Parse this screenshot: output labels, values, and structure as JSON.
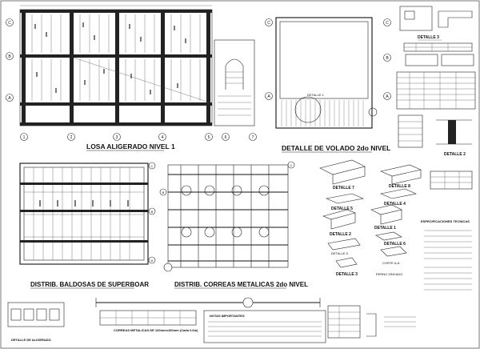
{
  "titles": {
    "losa": "LOSA ALIGERADO NIVEL 1",
    "volado": "DETALLE DE VOLADO 2do NIVEL",
    "baldosas": "DISTRIB. BALDOSAS DE SUPERBOAR",
    "correas": "DISTRIB. CORREAS METALICAS 2do NIVEL",
    "correas_note": "CORREAS METALICAS DE 100mmx100mm (Cada 0.6m)",
    "alig": "DETALLE DE ALIGERADO",
    "notas": "NOTAS IMPORTANTES",
    "espec": "ESPECIFICACIONES TECNICAS"
  },
  "grid": {
    "cols": [
      "1",
      "2",
      "3",
      "4",
      "5",
      "6",
      "7"
    ],
    "rows": [
      "A",
      "B",
      "C"
    ]
  },
  "details": {
    "d1": "DETALLE 1",
    "d2": "DETALLE 2",
    "d3": "DETALLE 3",
    "d4": "DETALLE 4",
    "d5": "DETALLE 5",
    "d6": "DETALLE 6",
    "d7": "DETALLE 7",
    "d8": "DETALLE 8",
    "d2b": "DETALLE 2"
  },
  "labels": {
    "cortea": "CORTE A-A",
    "perno": "PERNO ZINCADO",
    "dvolado": "DETALLE 1"
  },
  "colors": {
    "ink": "#111111",
    "paper": "#ffffff"
  }
}
